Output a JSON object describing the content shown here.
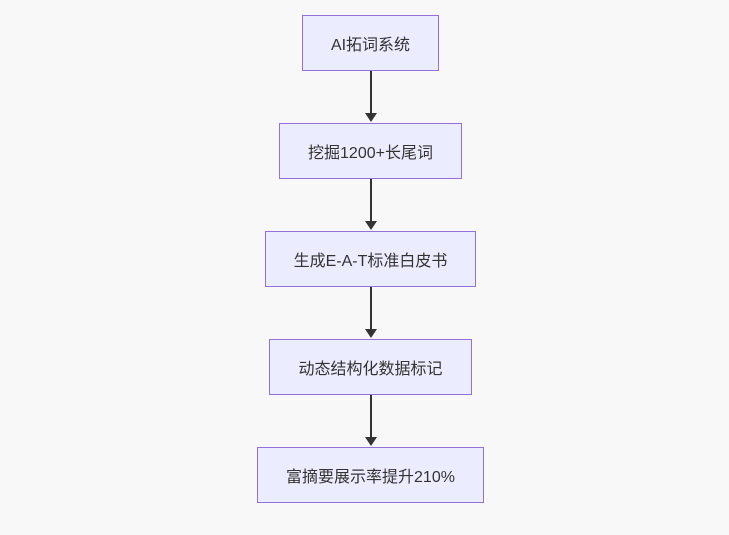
{
  "diagram": {
    "type": "flowchart-vertical",
    "nodes": [
      {
        "id": "A",
        "label": "AI拓词系统"
      },
      {
        "id": "B",
        "label": "挖掘1200+长尾词"
      },
      {
        "id": "C",
        "label": "生成E-A-T标准白皮书"
      },
      {
        "id": "D",
        "label": "动态结构化数据标记"
      },
      {
        "id": "E",
        "label": "富摘要展示率提升210%"
      }
    ],
    "edges": [
      {
        "from": "A",
        "to": "B"
      },
      {
        "from": "B",
        "to": "C"
      },
      {
        "from": "C",
        "to": "D"
      },
      {
        "from": "D",
        "to": "E"
      }
    ],
    "colors": {
      "background": "#f8f8f8",
      "node_fill": "#ECECFF",
      "node_border": "#9370DB",
      "text": "#333333",
      "arrow": "#333333"
    }
  }
}
